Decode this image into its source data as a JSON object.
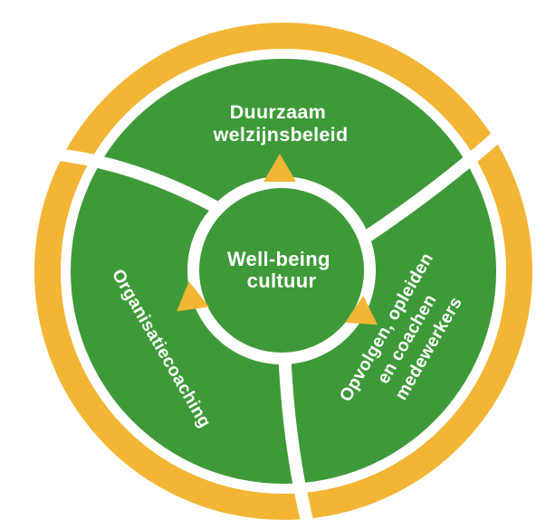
{
  "diagram": {
    "title_semantic": "well-being-culture-cycle",
    "center": {
      "line1": "Well-being",
      "line2": "cultuur"
    },
    "segments": {
      "top": {
        "line1": "Duurzaam",
        "line2": "welzijnsbeleid"
      },
      "left": {
        "label": "Organisatiecoaching"
      },
      "right": {
        "line1": "Opvolgen, opleiden",
        "line2": "en coachen",
        "line3": "medewerkers"
      }
    },
    "colors": {
      "green": "#3E9A38",
      "yellow": "#F2B534",
      "white": "#FFFFFF"
    }
  }
}
